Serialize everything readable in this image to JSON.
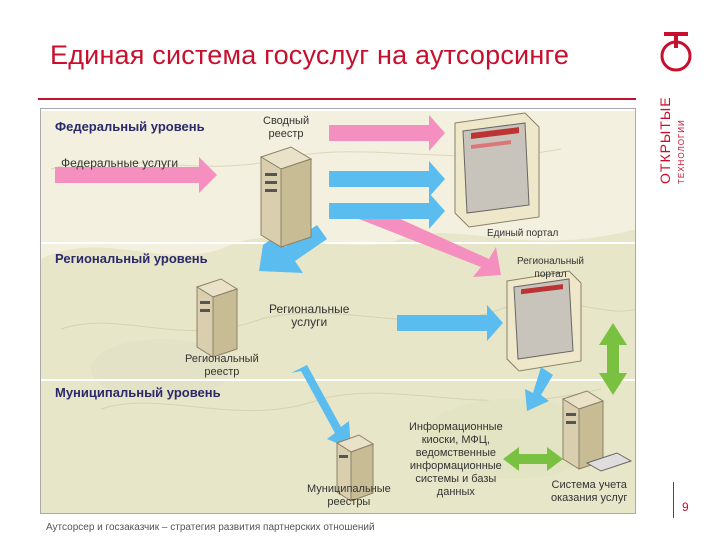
{
  "slide": {
    "title": "Единая система госуслуг на аутсорсинге",
    "footer": "Аутсорсер и госзаказчик – стратегия развития партнерских отношений",
    "page_number": "9"
  },
  "brand": {
    "wordmark_main": "ОТКРЫТЫЕ",
    "wordmark_sub": "ТЕХНОЛОГИИ"
  },
  "levels": {
    "federal": "Федеральный уровень",
    "regional": "Региональный уровень",
    "municipal": "Муниципальный уровень"
  },
  "nodes": {
    "summary_registry": "Сводный\nреестр",
    "federal_services": "Федеральные услуги",
    "unified_portal": "Единый портал",
    "regional_portal": "Региональный\nпортал",
    "regional_services": "Региональные\nуслуги",
    "regional_registry": "Региональный\nреестр",
    "info_systems": "Информационные\nкиоски, МФЦ,\nведомственные\nинформационные\nсистемы и базы\nданных",
    "municipal_registries": "Муниципальные\nреестры",
    "service_accounting": "Система учета\nоказания услуг"
  },
  "colors": {
    "title_red": "#c8102e",
    "arrow_pink": "#f48fbf",
    "arrow_blue": "#5bbcf0",
    "arrow_green": "#7ac142",
    "level_band": "#ffffff"
  }
}
